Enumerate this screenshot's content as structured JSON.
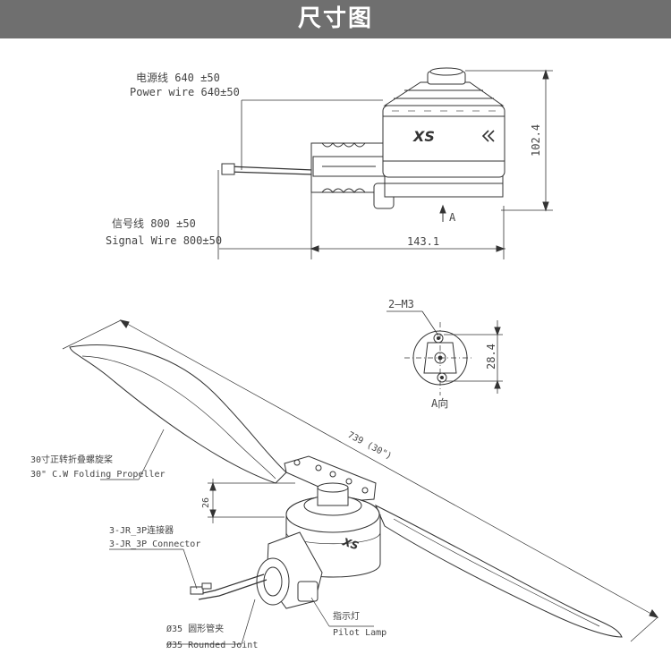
{
  "header": {
    "title": "尺寸图"
  },
  "side_view": {
    "power_wire_cn": "电源线 640 ±50",
    "power_wire_en": "Power wire 640±50",
    "signal_wire_cn": "信号线 800 ±50",
    "signal_wire_en": "Signal Wire 800±50",
    "height_dim": "102.4",
    "width_dim": "143.1",
    "view_marker": "A",
    "brand_mark": "XS"
  },
  "a_view": {
    "screw_label": "2—M3",
    "dim": "28.4",
    "caption": "A向"
  },
  "iso_view": {
    "propeller_cn": "30寸正转折叠螺旋桨",
    "propeller_en": "30\" C.W Folding Propeller",
    "span_dim": "739 (30\")",
    "height_dim": "26",
    "connector_cn": "3-JR_3P连接器",
    "connector_en": "3-JR_3P Connector",
    "joint_cn": "Ø35 圆形管夹",
    "joint_en": "Ø35 Rounded Joint",
    "lamp_cn": "指示灯",
    "lamp_en": "Pilot Lamp",
    "brand_mark": "XS"
  },
  "colors": {
    "banner": "#6f6f6f",
    "line": "#333333",
    "text": "#444444"
  }
}
